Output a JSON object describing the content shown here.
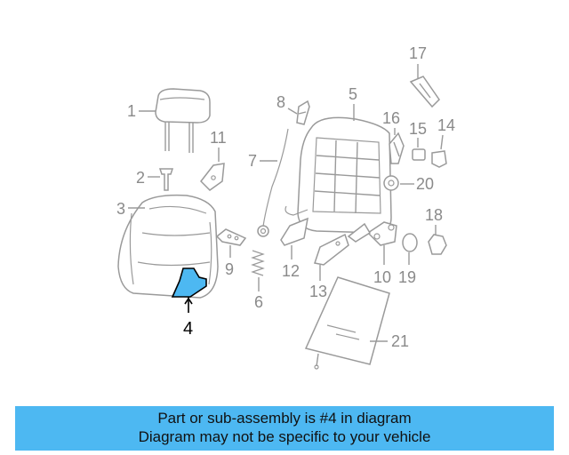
{
  "diagram": {
    "highlight_color": "#4db8f2",
    "part_labels": [
      "1",
      "2",
      "3",
      "4",
      "5",
      "6",
      "7",
      "8",
      "9",
      "10",
      "11",
      "12",
      "13",
      "14",
      "15",
      "16",
      "17",
      "18",
      "19",
      "20",
      "21"
    ],
    "highlighted_part": "4"
  },
  "banner": {
    "line1": "Part or sub-assembly is #4 in diagram",
    "line2": "Diagram may not be specific to your vehicle"
  }
}
